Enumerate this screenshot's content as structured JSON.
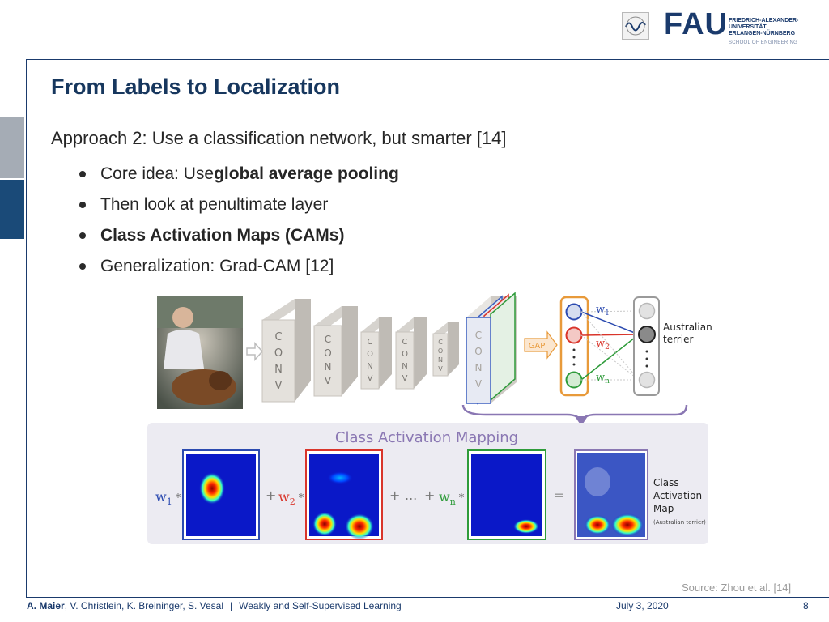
{
  "header": {
    "logo_word": "FAU",
    "university_lines": [
      "FRIEDRICH-ALEXANDER-",
      "UNIVERSITÄT",
      "ERLANGEN-NÜRNBERG"
    ],
    "school": "SCHOOL OF ENGINEERING"
  },
  "slide": {
    "title": "From Labels to Localization",
    "approach": "Approach 2: Use a classification network, but smarter [14]",
    "bullets": [
      {
        "pre": "Core idea: Use ",
        "bold": "global average pooling",
        "post": ""
      },
      {
        "pre": "Then look at penultimate layer",
        "bold": "",
        "post": ""
      },
      {
        "pre": "",
        "bold": "Class Activation Maps (CAMs)",
        "post": ""
      },
      {
        "pre": "Generalization: Grad-CAM [12]",
        "bold": "",
        "post": ""
      }
    ]
  },
  "figure": {
    "conv_letters": [
      "C",
      "O",
      "N",
      "V"
    ],
    "gap_label": "GAP",
    "weights": {
      "w1": "w",
      "w1_sub": "1",
      "w2": "w",
      "w2_sub": "2",
      "wn": "w",
      "wn_sub": "n"
    },
    "output_label_line1": "Australian",
    "output_label_line2": "terrier",
    "cam_title": "Class Activation Mapping",
    "plus": "+",
    "ellipsis": "...",
    "equals": "=",
    "star": "*",
    "cam_label_lines": [
      "Class",
      "Activation",
      "Map"
    ],
    "cam_label_note": "(Australian terrier)",
    "colors": {
      "blue": "#1f3b9e",
      "red": "#d9352b",
      "green": "#2e9b3a",
      "orange": "#e89a3a",
      "purple": "#8a77b3"
    }
  },
  "source": "Source: Zhou et al. [14]",
  "footer": {
    "author_bold": "A. Maier",
    "authors_rest": ", V. Christlein, K. Breininger, S. Vesal",
    "separator": "|",
    "course": "Weakly and Self-Supervised Learning",
    "date": "July 3, 2020",
    "page": "8"
  }
}
